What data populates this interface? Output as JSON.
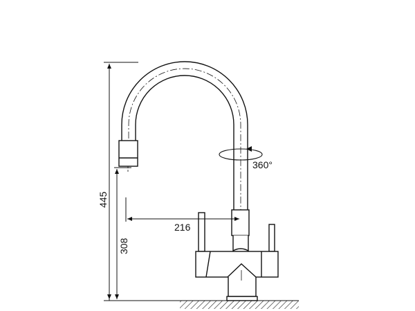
{
  "drawing": {
    "subject": "faucet",
    "dimensions": {
      "total_height": "445",
      "spout_height": "308",
      "spout_reach": "216",
      "rotation": "360°"
    }
  }
}
